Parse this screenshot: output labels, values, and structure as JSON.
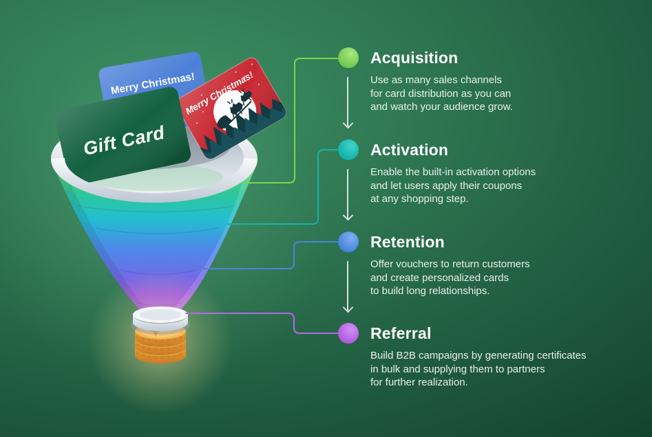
{
  "arrow_color": "#d9e2df",
  "funnel": {
    "cards": [
      {
        "label": "Merry Christmas!",
        "color": "#4c80d8"
      },
      {
        "label": "Merry Christmas!",
        "color": "#c92730"
      },
      {
        "label": "Gift Card",
        "color": "#126140"
      }
    ],
    "coin_color": "#f2a63e",
    "rim_color": "#eef2f6"
  },
  "stages": [
    {
      "name": "Acquisition",
      "description": "Use as many sales channels\nfor card distribution as you can\nand watch your audience grow.",
      "dot_color": "#6cc94e",
      "dot_light": "#a8e87b",
      "line_color": "#79d94f"
    },
    {
      "name": "Activation",
      "description": "Enable the built-in activation options\nand let users apply their coupons\nat any shopping step.",
      "dot_color": "#0fb0a8",
      "dot_light": "#3fd6c8",
      "line_color": "#12b5ae"
    },
    {
      "name": "Retention",
      "description": "Offer vouchers to return customers\nand create personalized cards\nto build long relationships.",
      "dot_color": "#4583dc",
      "dot_light": "#7fb0f0",
      "line_color": "#4a86de"
    },
    {
      "name": "Referral",
      "description": "Build B2B campaigns by generating certificates\nin bulk and supplying them to partners\nfor further realization.",
      "dot_color": "#b159e2",
      "dot_light": "#d08ef2",
      "line_color": "#b46ae6"
    }
  ]
}
